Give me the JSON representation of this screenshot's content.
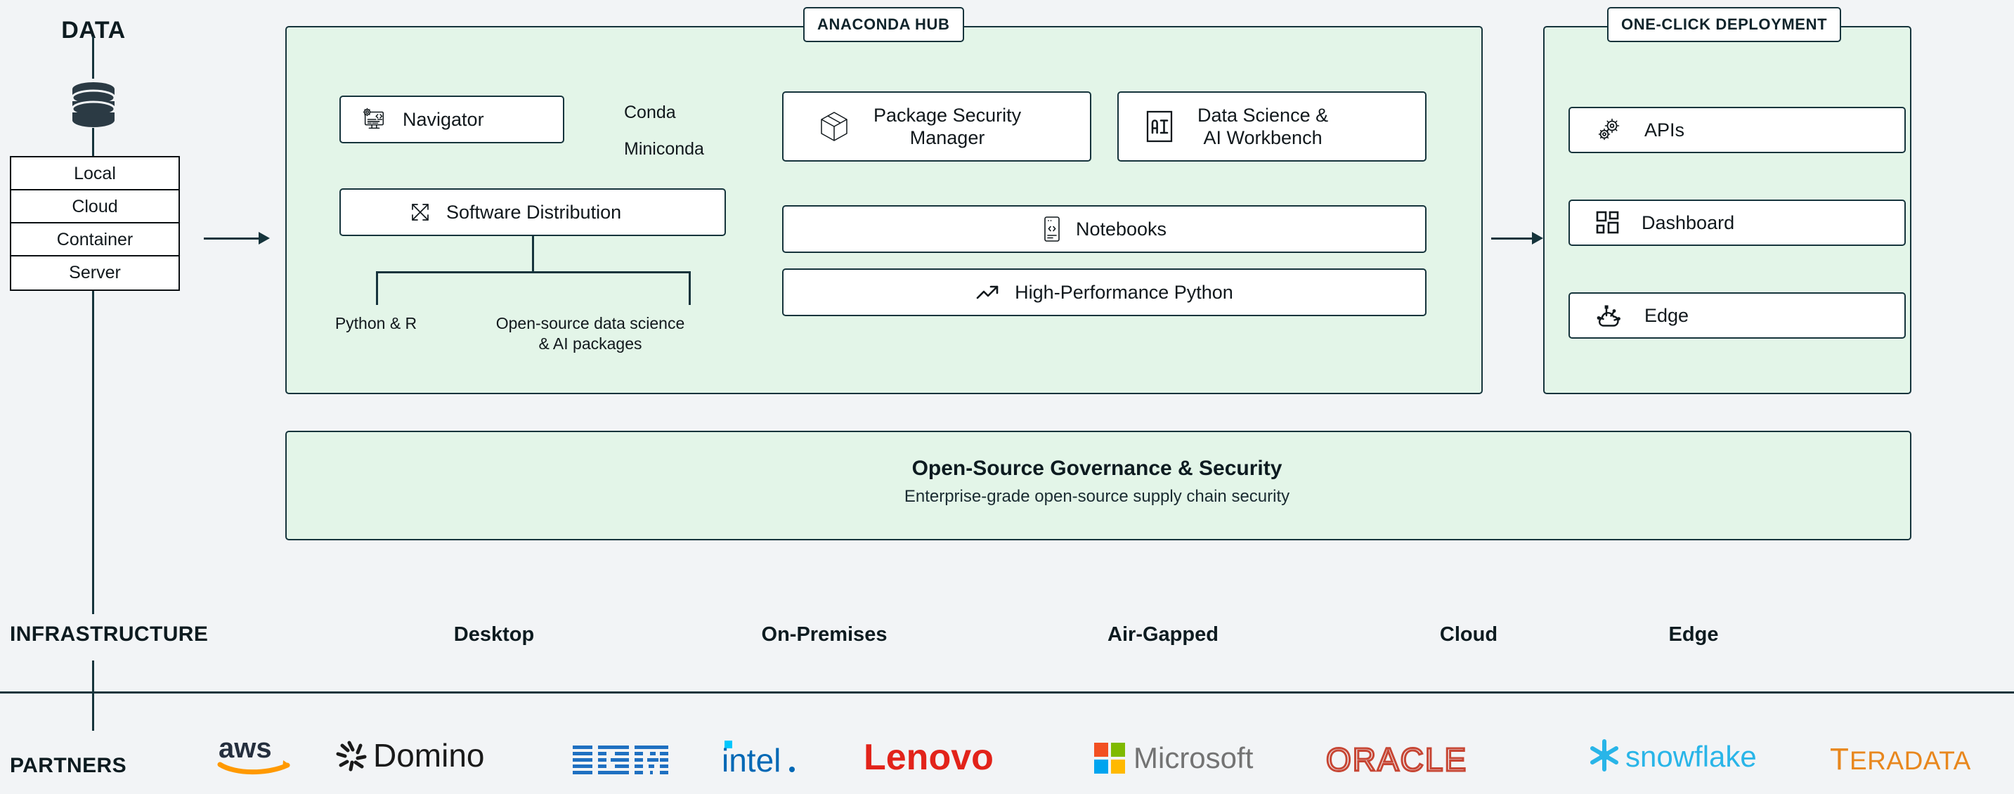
{
  "left_column": {
    "title": "DATA",
    "database_icon": "database-icon",
    "boxes": [
      {
        "label": "Local"
      },
      {
        "label": "Cloud"
      },
      {
        "label": "Container"
      },
      {
        "label": "Server"
      }
    ]
  },
  "hub": {
    "tag": "ANACONDA HUB",
    "cards": [
      {
        "id": "navigator",
        "label": "Navigator",
        "icon": "monitor-gear-code-icon"
      },
      {
        "id": "software-distribution",
        "label": "Software Distribution",
        "icon": "expand-arrows-icon"
      },
      {
        "id": "package-security-manager",
        "label": "Package Security\nManager",
        "line1": "Package Security",
        "line2": "Manager",
        "icon": "package-cube-icon"
      },
      {
        "id": "data-science-ai-workbench",
        "line1": "Data Science &",
        "line2": "AI Workbench",
        "icon": "ai-badge-icon"
      },
      {
        "id": "notebooks",
        "label": "Notebooks",
        "icon": "notebook-code-icon"
      },
      {
        "id": "high-performance-python",
        "label": "High-Performance Python",
        "icon": "trend-arrow-icon"
      }
    ],
    "side_words": [
      "Conda",
      "Miniconda"
    ],
    "tree_labels": [
      {
        "line1": "Python & R",
        "line2": ""
      },
      {
        "line1": "Open-source data science",
        "line2": "& AI packages"
      }
    ]
  },
  "deployment": {
    "tag": "ONE-CLICK DEPLOYMENT",
    "cards": [
      {
        "id": "apis",
        "label": "APIs",
        "icon": "gears-icon"
      },
      {
        "id": "dashboard",
        "label": "Dashboard",
        "icon": "grid-squares-icon"
      },
      {
        "id": "edge",
        "label": "Edge",
        "icon": "edge-cloud-nodes-icon"
      }
    ]
  },
  "governance": {
    "title": "Open-Source Governance & Security",
    "subtitle": "Enterprise-grade open-source supply chain security"
  },
  "infrastructure": {
    "heading": "INFRASTRUCTURE",
    "items": [
      "Desktop",
      "On-Premises",
      "Air-Gapped",
      "Cloud",
      "Edge"
    ]
  },
  "partners": {
    "heading": "PARTNERS",
    "items": [
      {
        "name": "aws",
        "color": "#252f3e",
        "accent": "#ff9900"
      },
      {
        "name": "Domino",
        "color": "#1a1a1a"
      },
      {
        "name": "IBM",
        "color": "#1f70c1"
      },
      {
        "name": "intel",
        "color": "#0068b5",
        "accent": "#00c7fd"
      },
      {
        "name": "Lenovo",
        "color": "#e2231a"
      },
      {
        "name": "Microsoft",
        "color": "#737373",
        "accent": "#f25022"
      },
      {
        "name": "ORACLE",
        "color": "#c74634"
      },
      {
        "name": "snowflake",
        "color": "#29b5e8"
      },
      {
        "name": "TERADATA",
        "color": "#e8871e"
      }
    ]
  },
  "colors": {
    "background": "#f2f4f6",
    "panel_fill": "#e3f5e8",
    "stroke": "#16343c",
    "text": "#11181c"
  }
}
